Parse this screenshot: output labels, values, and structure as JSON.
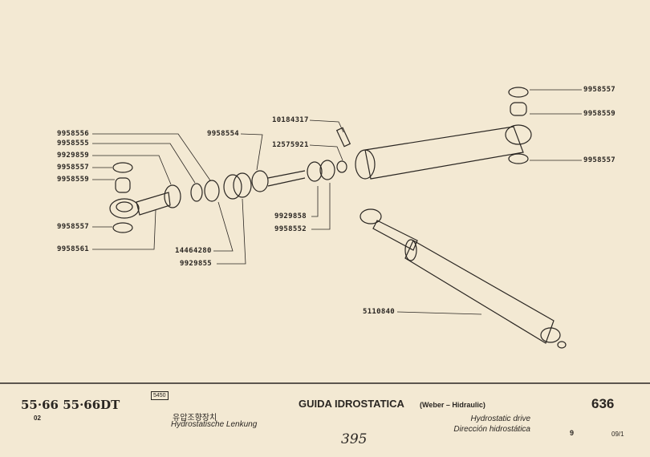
{
  "parts": {
    "p9958556": "9958556",
    "p9958555": "9958555",
    "p9929859": "9929859",
    "p9958557a": "9958557",
    "p9958559a": "9958559",
    "p9958557b": "9958557",
    "p9958561": "9958561",
    "p9958554": "9958554",
    "p10184317": "10184317",
    "p12575921": "12575921",
    "p9929858": "9929858",
    "p9958552": "9958552",
    "p14464280": "14464280",
    "p9929855": "9929855",
    "p9958557c": "9958557",
    "p9958559b": "9958559",
    "p9958557d": "9958557",
    "p5110840": "5110840"
  },
  "footer": {
    "models": "55·66  55·66DT",
    "model_code": "02",
    "group_code": "5450",
    "title": "GUIDA IDROSTATICA",
    "subtitle": "(Weber – Hidraulic)",
    "korean": "유압조향장치",
    "german": "Hydrostatische Lenkung",
    "english": "Hydrostatic drive",
    "spanish": "Dirección hidrostática",
    "handwritten": "395",
    "page_number": "636",
    "section": "9",
    "date": "09/1"
  }
}
